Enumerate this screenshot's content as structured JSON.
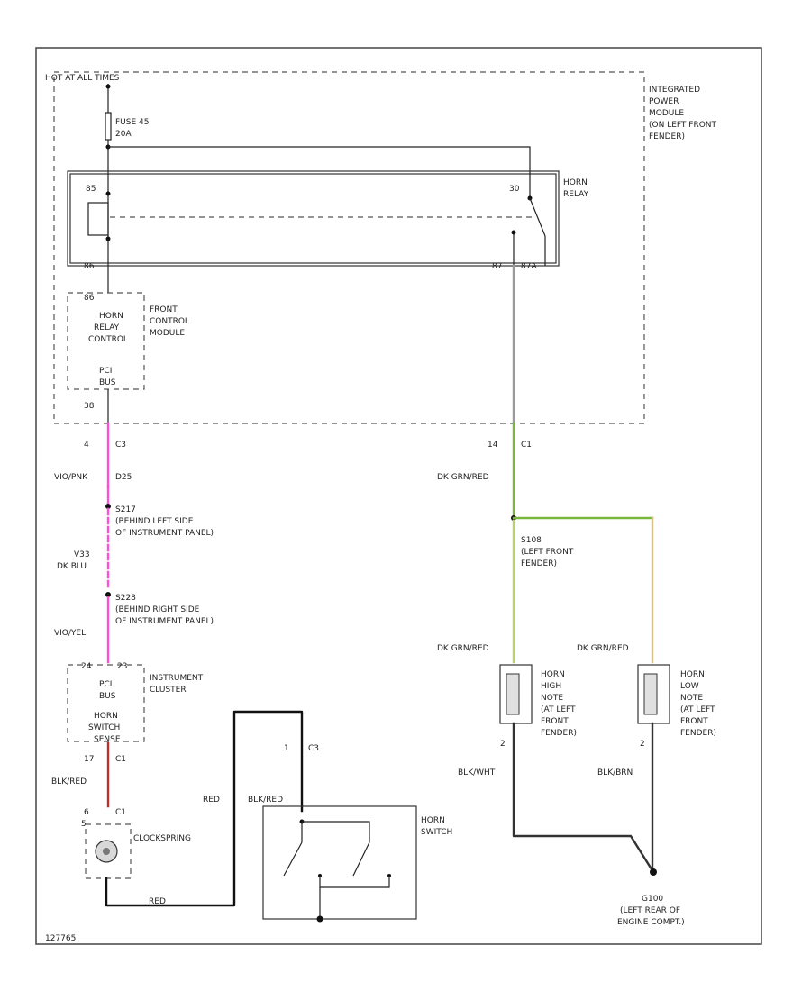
{
  "colors": {
    "wire_black": "#111111",
    "wire_gray": "#9a9a9a",
    "wire_pink": "#ff4fd8",
    "wire_green": "#7ab83a",
    "wire_tan": "#d8c08a",
    "wire_red": "#c0302a",
    "dashed_border": "#555555"
  },
  "power": {
    "label": "HOT AT ALL TIMES",
    "fuse_name": "FUSE 45",
    "fuse_rating": "20A"
  },
  "ipm": {
    "label_line1": "INTEGRATED",
    "label_line2": "POWER",
    "label_line3": "MODULE",
    "label_line4": "(ON LEFT FRONT",
    "label_line5": "FENDER)"
  },
  "horn_relay": {
    "label_line1": "HORN",
    "label_line2": "RELAY",
    "pin_coil": "85",
    "pin_switch": "30",
    "pin_coil_out": "86",
    "pin_87": "87",
    "pin_87a": "87A"
  },
  "fcm": {
    "pin_top": "86",
    "inner_line1": "HORN",
    "inner_line2": "RELAY",
    "inner_line3": "CONTROL",
    "inner_line4": "PCI",
    "inner_line5": "BUS",
    "label_line1": "FRONT",
    "label_line2": "CONTROL",
    "label_line3": "MODULE",
    "pin_bottom": "38"
  },
  "left_circuit": {
    "pin_c3": "4",
    "conn_c3": "C3",
    "wire1_color": "VIO/PNK",
    "wire1_circuit": "D25",
    "splice1_name": "S217",
    "splice1_loc1": "(BEHIND LEFT SIDE",
    "splice1_loc2": "OF INSTRUMENT PANEL)",
    "wire2_circuit": "V33",
    "wire2_color": "DK BLU",
    "splice2_name": "S228",
    "splice2_loc1": "(BEHIND RIGHT SIDE",
    "splice2_loc2": "OF INSTRUMENT PANEL)",
    "wire3_color": "VIO/YEL"
  },
  "cluster": {
    "pin_left": "24",
    "pin_right": "23",
    "inner_line1": "PCI",
    "inner_line2": "BUS",
    "inner_line3": "HORN",
    "inner_line4": "SWITCH",
    "inner_line5": "SENSE",
    "label_line1": "INSTRUMENT",
    "label_line2": "CLUSTER",
    "pin_bottom": "17",
    "conn_bottom": "C1"
  },
  "clockspring": {
    "wire_color": "BLK/RED",
    "pin": "6",
    "conn": "C1",
    "pin2": "5",
    "label": "CLOCKSPRING",
    "wire_bottom": "RED"
  },
  "horn_switch": {
    "pin": "1",
    "conn": "C3",
    "wire_red": "RED",
    "wire_blkred": "BLK/RED",
    "label_line1": "HORN",
    "label_line2": "SWITCH"
  },
  "right_circuit": {
    "pin_c1": "14",
    "conn_c1": "C1",
    "wire_main": "DK GRN/RED",
    "splice_name": "S108",
    "splice_loc1": "(LEFT FRONT",
    "splice_loc2": "FENDER)"
  },
  "horn_high": {
    "wire_in": "DK GRN/RED",
    "label_line1": "HORN",
    "label_line2": "HIGH",
    "label_line3": "NOTE",
    "label_line4": "(AT LEFT",
    "label_line5": "FRONT",
    "label_line6": "FENDER)",
    "pin_out": "2",
    "wire_out": "BLK/WHT"
  },
  "horn_low": {
    "wire_in": "DK GRN/RED",
    "label_line1": "HORN",
    "label_line2": "LOW",
    "label_line3": "NOTE",
    "label_line4": "(AT LEFT",
    "label_line5": "FRONT",
    "label_line6": "FENDER)",
    "pin_out": "2",
    "wire_out": "BLK/BRN"
  },
  "ground": {
    "name": "G100",
    "loc_line1": "(LEFT REAR OF",
    "loc_line2": "ENGINE COMPT.)"
  },
  "footer": {
    "code": "127765"
  }
}
